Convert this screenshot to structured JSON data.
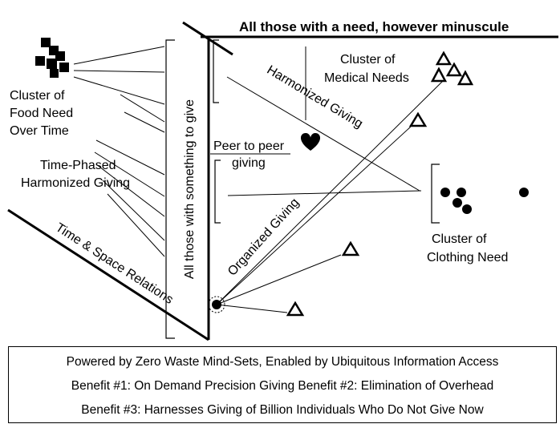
{
  "diagram": {
    "top_label": "All those with a need, however minuscule",
    "vertical_label": "All those with something to give",
    "diagonal_label": "Time & Space Relations",
    "food_cluster": [
      "Cluster of",
      "Food Need",
      "Over Time"
    ],
    "time_phased": [
      "Time-Phased",
      "Harmonized Giving"
    ],
    "medical_cluster": [
      "Cluster of",
      "Medical Needs"
    ],
    "harmonized": "Harmonized Giving",
    "peer": [
      "Peer to peer",
      "giving"
    ],
    "organized": "Organized Giving",
    "clothing_cluster": [
      "Cluster of",
      "Clothing Need"
    ]
  },
  "footer": {
    "line1": "Powered by Zero Waste Mind-Sets, Enabled by Ubiquitous Information Access",
    "line2": "Benefit #1: On Demand Precision Giving  Benefit #2: Elimination of Overhead",
    "line3": "Benefit #3:  Harnesses Giving of Billion Individuals Who Do Not Give Now"
  }
}
